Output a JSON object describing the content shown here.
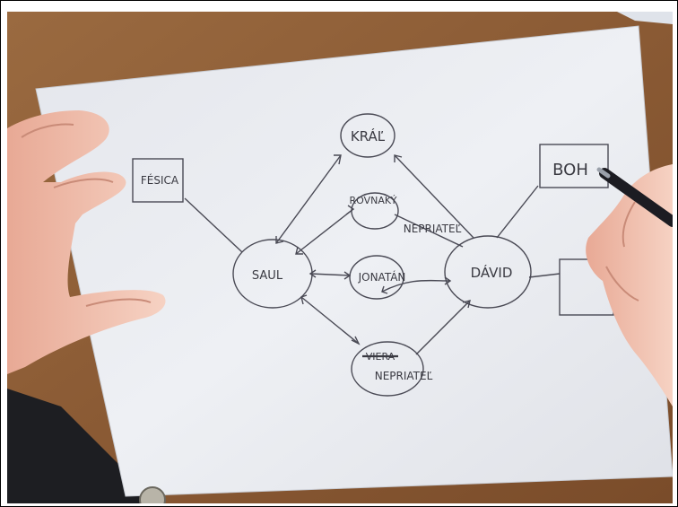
{
  "diagram": {
    "nodes": {
      "king": "KRÁĽ",
      "saul": "SAUL",
      "david": "DÁVID",
      "equal_enemy_line1": "ROVNAKÝ",
      "equal_enemy_line2": "NEPRIATEĽ",
      "jonathan": "JONATÁN",
      "crossed_word": "VIERA",
      "enemy": "NEPRIATEĽ",
      "god": "BOH",
      "left_box": "FÉSICA"
    }
  },
  "colors": {
    "table": "#8a5a34",
    "paper": "#eceef2",
    "ink": "#3a3a42",
    "skin": "#f1c3b2"
  }
}
